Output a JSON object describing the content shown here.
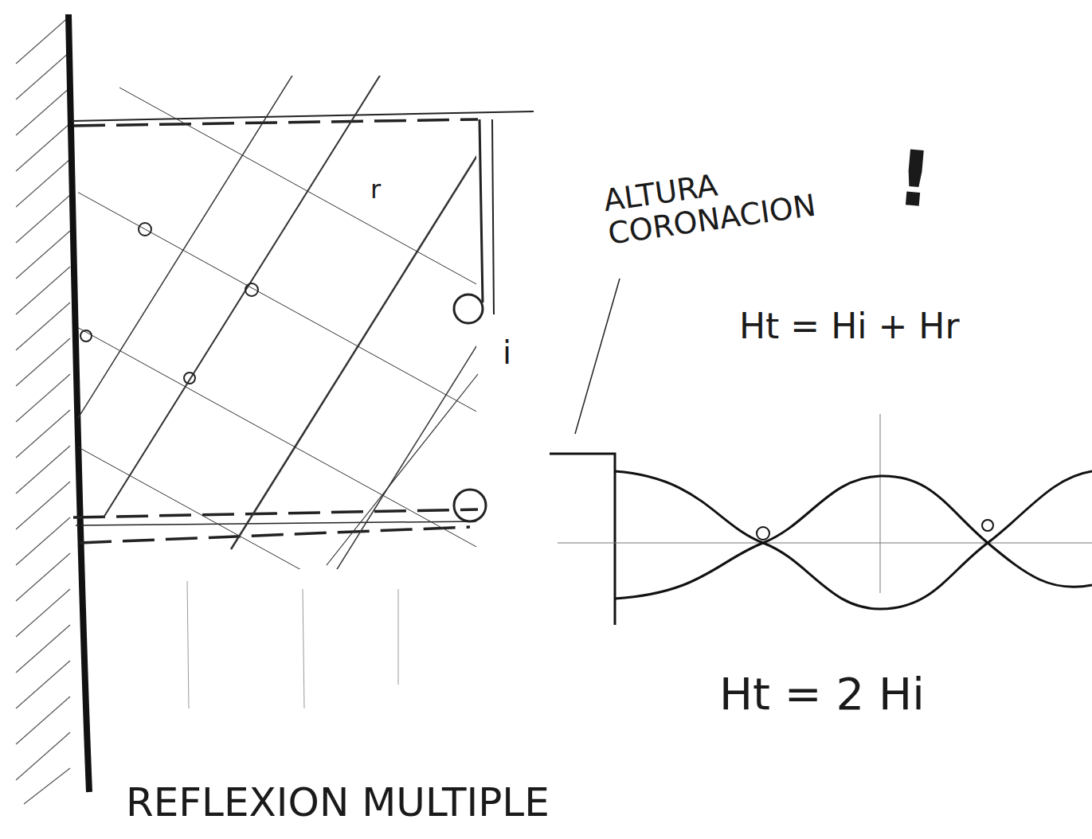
{
  "diagram": {
    "labels": [
      "r",
      "i",
      "ALTURA CORONACION",
      "!",
      "Ht = Hi + Hr",
      "Ht = 2 Hi",
      "REFLEXION MULTIPLE"
    ]
  }
}
